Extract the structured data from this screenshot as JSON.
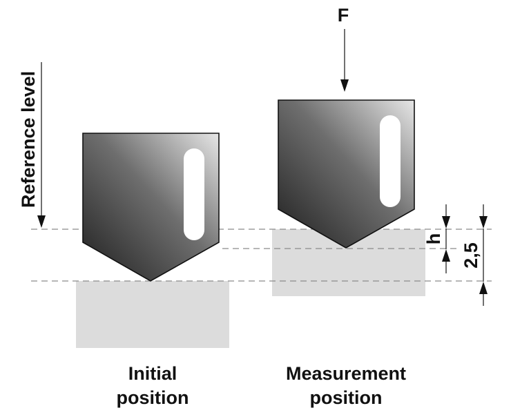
{
  "labels": {
    "force": "F",
    "reference_level": "Reference level",
    "h": "h",
    "depth": "2,5",
    "initial_line1": "Initial",
    "initial_line2": "position",
    "measurement_line1": "Measurement",
    "measurement_line2": "position"
  },
  "colors": {
    "sample_block": "#dcdcdc",
    "indenter_dark": "#1e1e1e",
    "indenter_light": "#e6e6e6",
    "slot": "#ffffff",
    "dashed_line": "#8a8a8a",
    "outline": "#111111"
  }
}
